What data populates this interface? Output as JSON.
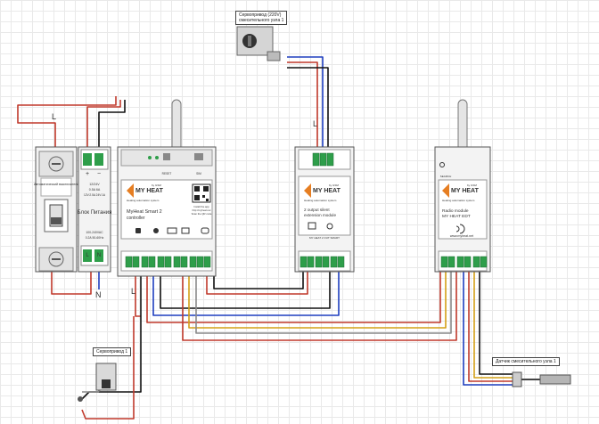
{
  "colors": {
    "wire_red": "#c0392b",
    "wire_blue": "#1f3fbf",
    "wire_black": "#111111",
    "wire_yellow": "#d4a017",
    "wire_gray": "#8a8a8a",
    "terminal_green": "#2e9e4a",
    "device_body": "#f3f3f3",
    "brand_orange": "#e67e22"
  },
  "labels": {
    "mains_L_top": "L",
    "mains_L_actuator": "L",
    "mains_L_controller": "L",
    "mains_N_psu": "N",
    "breaker_caption": "Автоматический выключатель",
    "psu_title": "Блок Питания",
    "psu_plus": "+",
    "psu_minus": "−",
    "psu_L": "L",
    "psu_N": "N",
    "psu_spec_1": "12/24V",
    "psu_spec_2": "0.5A 6A",
    "psu_spec_3": "12V:2.5A 24V:1A",
    "psu_bottom_1": "100-240VAC",
    "psu_bottom_2": "0.2A 50-60Hz"
  },
  "devices": {
    "controller": {
      "brand": "MY HEAT",
      "brand_sub": "by GSM",
      "tagline": "Heating automation system",
      "name_1": "MyHeat Smart 2",
      "name_2": "controller",
      "btn_reset": "RESET",
      "btn_sim": "SIM",
      "qr_caption_1": "Install the app",
      "qr_caption_2": "http://myheat.net",
      "qr_caption_3": "Scan the QR code"
    },
    "extension": {
      "brand": "MY HEAT",
      "brand_sub": "by GSM",
      "tagline": "Heating automation system",
      "name_1": "2 output silent",
      "name_2": "extension module",
      "model": "MY HEAT 2 OUT SMART"
    },
    "radio": {
      "brand": "MY HEAT",
      "brand_sub": "by GSM",
      "tagline": "Heating automation system",
      "name_1": "Radio module",
      "name_2": "MY HEAT EDT",
      "url": "www.myheat.net",
      "btn": "SEARCH"
    }
  },
  "callouts": {
    "actuator": [
      "Сервопривод (220V)",
      "смесительного узла 1"
    ],
    "servo_1": [
      "Сервопривод 1"
    ],
    "sensor": [
      "Датчик смесительного узла 1"
    ]
  }
}
